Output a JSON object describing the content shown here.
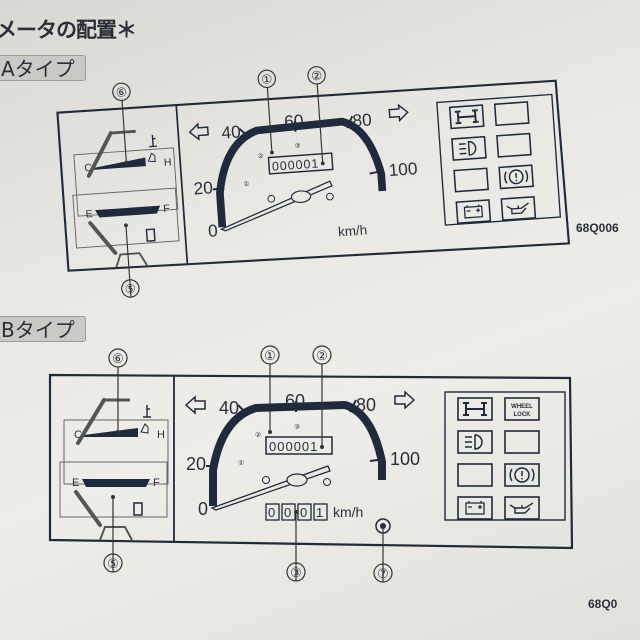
{
  "heading": "メータの配置＊",
  "colors": {
    "ink": "#1f2a3c",
    "paper": "#e9e8e3"
  },
  "speed_labels": [
    "0",
    "20",
    "40",
    "60",
    "80",
    "100"
  ],
  "unit": "km/h",
  "odometer": "000001",
  "gauge_labels": {
    "cold": "C",
    "hot": "H",
    "empty": "E",
    "full": "F"
  },
  "dial_marks": [
    "①",
    "②",
    "③"
  ],
  "callouts": {
    "c1": "①",
    "c2": "②",
    "c3": "③",
    "c5": "⑤",
    "c6": "⑥",
    "c7": "⑦"
  },
  "variants": [
    {
      "label": "Aタイプ",
      "code": "68Q006",
      "indicators": [
        "4wd-icon",
        "",
        "headlight-high-beam-icon",
        "",
        "",
        "brake-warning-icon",
        "battery-charge-icon",
        "oil-pressure-icon"
      ],
      "wheel_lock": null
    },
    {
      "label": "Bタイプ",
      "code": "68Q0",
      "indicators": [
        "4wd-icon",
        "wheel-lock-icon",
        "headlight-high-beam-icon",
        "",
        "",
        "brake-warning-icon",
        "battery-charge-icon",
        "oil-pressure-icon"
      ],
      "wheel_lock": [
        "WHEEL",
        "LOCK"
      ],
      "trip_meter": [
        "0",
        "0",
        "0",
        "1"
      ]
    }
  ]
}
